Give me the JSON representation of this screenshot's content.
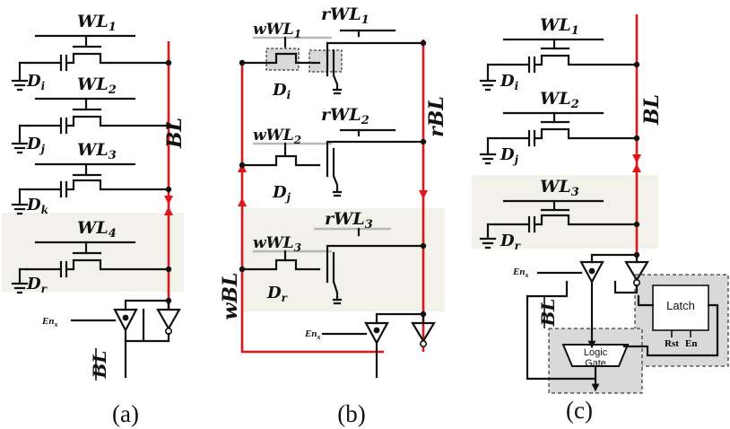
{
  "colors": {
    "bitline": "#e0161b",
    "shade": "#f2f2ea",
    "block_fill": "#d9d9d9",
    "write_wordline": "#b8b8b8"
  },
  "panel_a": {
    "caption": "(a)",
    "bitline": "BL",
    "bitline_bar": "BL",
    "enable": "En",
    "enable_sub": "x",
    "cells": [
      {
        "wordline": "WL",
        "wl_idx": "1",
        "data": "D",
        "data_sub": "i"
      },
      {
        "wordline": "WL",
        "wl_idx": "2",
        "data": "D",
        "data_sub": "j"
      },
      {
        "wordline": "WL",
        "wl_idx": "3",
        "data": "D",
        "data_sub": "k"
      },
      {
        "wordline": "WL",
        "wl_idx": "4",
        "data": "D",
        "data_sub": "r"
      }
    ]
  },
  "panel_b": {
    "caption": "(b)",
    "read_bitline": "rBL",
    "write_bitline": "wBL",
    "enable": "En",
    "enable_sub": "x",
    "cells": [
      {
        "write_wl": "wWL",
        "read_wl": "rWL",
        "idx": "1",
        "data": "D",
        "data_sub": "i"
      },
      {
        "write_wl": "wWL",
        "read_wl": "rWL",
        "idx": "2",
        "data": "D",
        "data_sub": "j"
      },
      {
        "write_wl": "wWL",
        "read_wl": "rWL",
        "idx": "3",
        "data": "D",
        "data_sub": "r"
      }
    ]
  },
  "panel_c": {
    "caption": "(c)",
    "bitline": "BL",
    "bitline_bar": "BL",
    "enable": "En",
    "enable_sub": "x",
    "latch": "Latch",
    "rst": "Rst",
    "en": "En",
    "logic_line1": "Logic",
    "logic_line2": "Gate",
    "cells": [
      {
        "wordline": "WL",
        "wl_idx": "1",
        "data": "D",
        "data_sub": "i"
      },
      {
        "wordline": "WL",
        "wl_idx": "2",
        "data": "D",
        "data_sub": "j"
      },
      {
        "wordline": "WL",
        "wl_idx": "3",
        "data": "D",
        "data_sub": "r"
      }
    ]
  }
}
